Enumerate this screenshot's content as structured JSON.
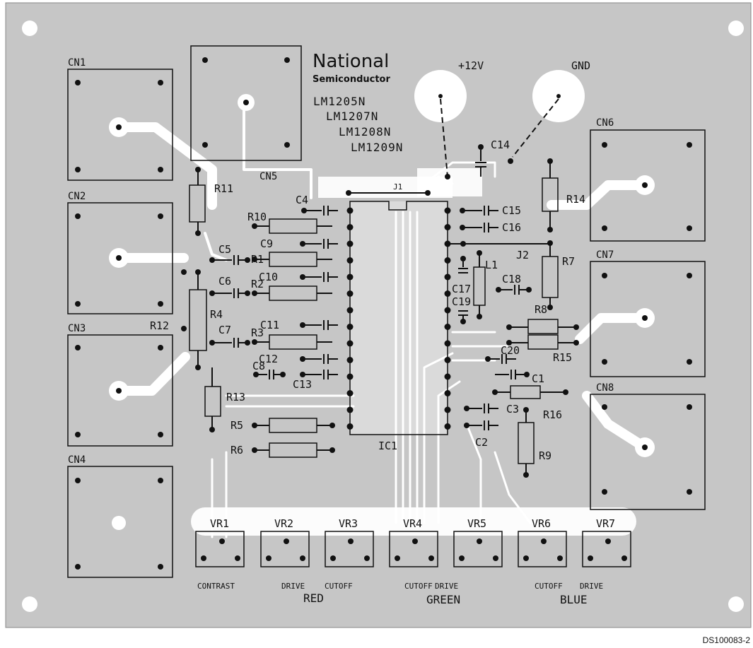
{
  "brand": {
    "name": "National",
    "sub": "Semiconductor"
  },
  "parts": [
    "LM1205N",
    "LM1207N",
    "LM1208N",
    "LM1209N"
  ],
  "power": {
    "plus": "+12V",
    "gnd": "GND"
  },
  "connectors": [
    "CN1",
    "CN2",
    "CN3",
    "CN4",
    "CN5",
    "CN6",
    "CN7",
    "CN8"
  ],
  "resistors": [
    "R1",
    "R2",
    "R3",
    "R4",
    "R5",
    "R6",
    "R7",
    "R8",
    "R9",
    "R10",
    "R11",
    "R12",
    "R13",
    "R14",
    "R15",
    "R16"
  ],
  "capacitors": [
    "C1",
    "C2",
    "C3",
    "C4",
    "C5",
    "C6",
    "C7",
    "C8",
    "C9",
    "C10",
    "C11",
    "C12",
    "C13",
    "C14",
    "C15",
    "C16",
    "C17",
    "C18",
    "C19",
    "C20"
  ],
  "misc": {
    "j1": "J1",
    "j2": "J2",
    "l1": "L1",
    "ic1": "IC1"
  },
  "pots": [
    "VR1",
    "VR2",
    "VR3",
    "VR4",
    "VR5",
    "VR6",
    "VR7"
  ],
  "pot_functions": {
    "vr1": "CONTRAST",
    "vr2": "DRIVE",
    "vr3": "CUTOFF",
    "vr4": "CUTOFF",
    "vr5": "DRIVE",
    "vr6": "CUTOFF",
    "vr7": "DRIVE"
  },
  "groups": {
    "red": "RED",
    "green": "GREEN",
    "blue": "BLUE"
  },
  "doc_id": "DS100083-2",
  "colors": {
    "board": "#c8c8c8",
    "trace": "#ffffff",
    "ink": "#111111"
  }
}
